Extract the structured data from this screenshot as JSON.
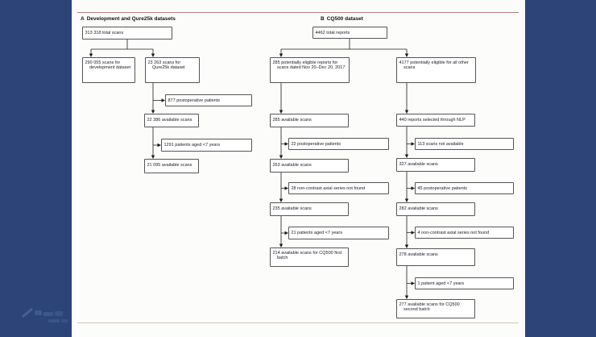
{
  "colors": {
    "background_navy": "#2c4478",
    "page_white": "#fcfcfa",
    "top_rule_red": "#b5807d",
    "bottom_rule_tan": "#d2c9bb",
    "box_border": "#555555",
    "connector_black": "#1b1b1b",
    "watermark_blue": "#7e9cc9"
  },
  "panel_a": {
    "letter": "A",
    "title": "Development and Qure25k datasets",
    "total": "313 318 total scans",
    "development": "290 055 scans for development dataset",
    "qure25k": "23 263 scans for Qure25k dataset",
    "postoperative": "877 postoperative patients",
    "available_after_postop": "22 386 available scans",
    "aged_under7": "1291 patients aged <7 years",
    "final_available": "21 095 available scans"
  },
  "panel_b": {
    "letter": "B",
    "title": "CQ500 dataset",
    "total": "4462 total reports",
    "first_batch": {
      "eligible": "285 potentially eligible reports for scans dated Nov 20–Dec 20, 2017",
      "available_1": "285 available scans",
      "postoperative": "22 postoperative patients",
      "available_2": "263 available scans",
      "no_axial": "28 non-contrast axial series not found",
      "available_3": "235 available scans",
      "aged_under7": "21 patients aged <7 years",
      "final": "214 available scans for CQ500 first batch"
    },
    "second_batch": {
      "eligible": "4177 potentially eligible for all other scans",
      "nlp_selected": "440 reports selected through NLP",
      "not_available": "113 scans not available",
      "available_1": "327 available scans",
      "postoperative": "45 postoperative patients",
      "available_2": "282 available scans",
      "no_axial": "4 non-contrast axial series not found",
      "available_3": "278 available scans",
      "aged_under7": "1 patient aged <7 years",
      "final": "277 available scans for CQ500 second batch"
    }
  }
}
